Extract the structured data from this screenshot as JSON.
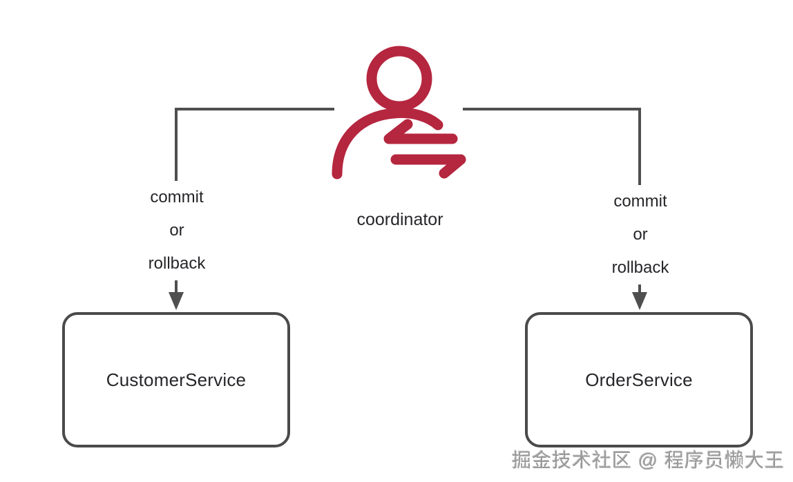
{
  "diagram": {
    "coordinator_label": "coordinator",
    "connectors": {
      "left": {
        "lines": [
          "commit",
          "or",
          "rollback"
        ]
      },
      "right": {
        "lines": [
          "commit",
          "or",
          "rollback"
        ]
      }
    },
    "nodes": {
      "customer_service": {
        "label": "CustomerService"
      },
      "order_service": {
        "label": "OrderService"
      }
    },
    "watermark": "掘金技术社区 @ 程序员懒大王"
  },
  "icons": {
    "coordinator": "user-transfer-icon"
  },
  "colors": {
    "accent_red": "#B5263F",
    "line_gray": "#4F4F4F",
    "border_gray": "#4A4A4A",
    "text_dark": "#26262A",
    "watermark_gray": "#9A9A9A"
  }
}
